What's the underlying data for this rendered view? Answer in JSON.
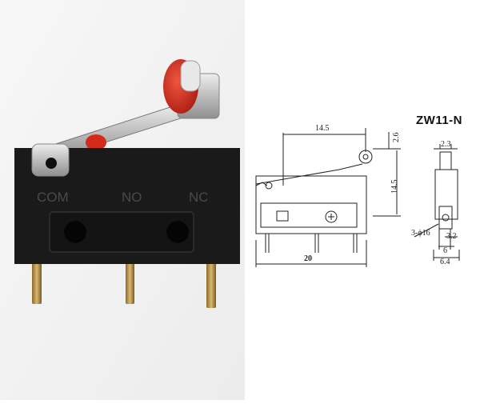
{
  "photo": {
    "terminal_labels": [
      "COM",
      "NO",
      "NC"
    ],
    "body_color": "#1b1b1b",
    "roller_color": "#d42a1c",
    "lever_color": "#c8c8c8",
    "background_color": "#f3f3f3"
  },
  "drawing": {
    "model": "ZW11-N",
    "dimensions": {
      "lever_to_roller": "14.5",
      "roller_offset": "2.6",
      "height": "14.5",
      "body_length": "20",
      "roller_width": "2.3",
      "holes": "3-ϕ16",
      "hole_offset": "3.2",
      "pin_spacing": "6",
      "body_width": "6.4"
    }
  }
}
